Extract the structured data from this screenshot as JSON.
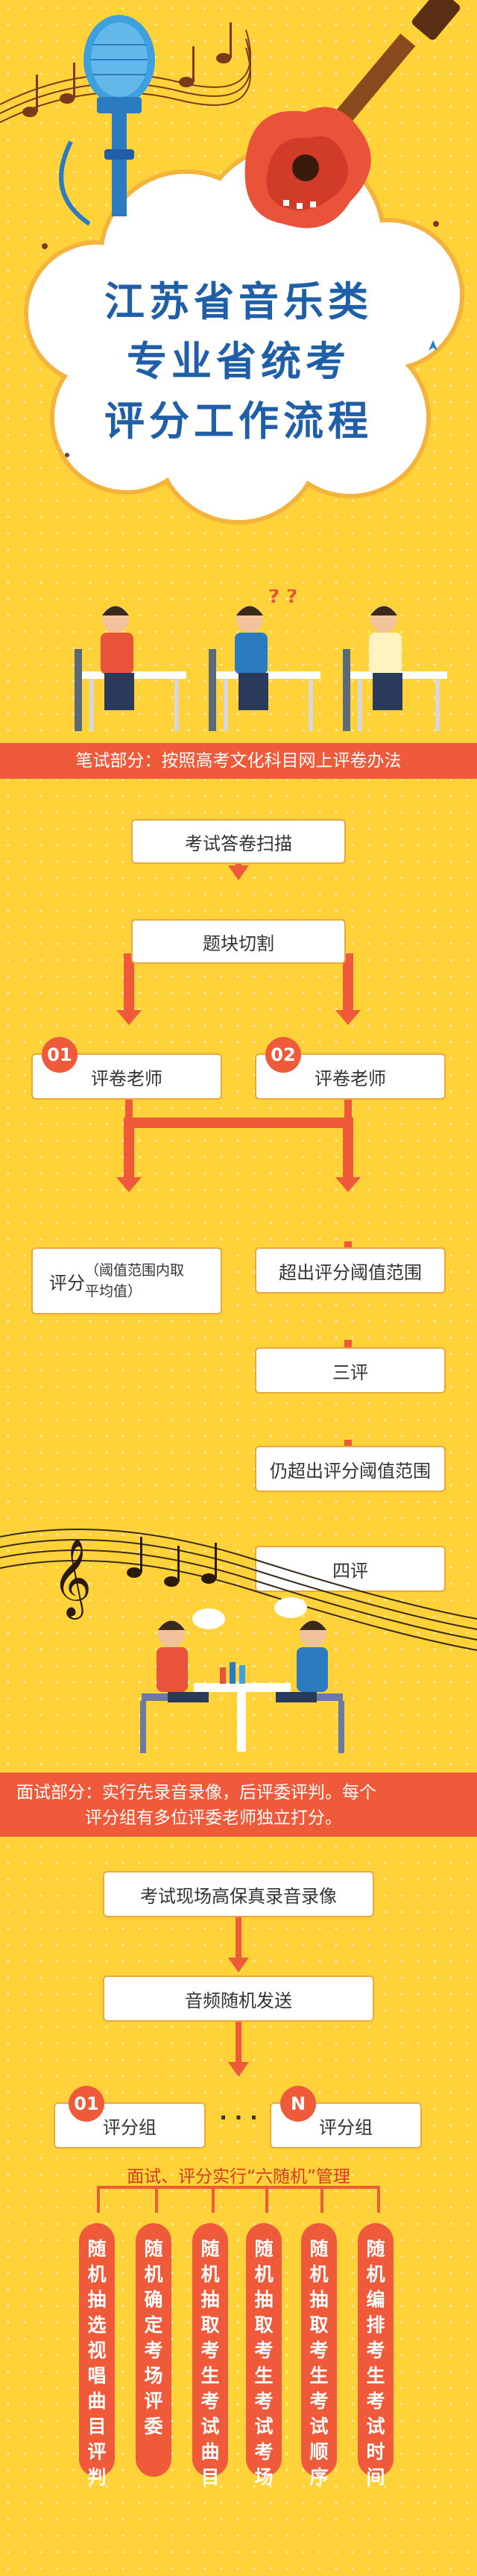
{
  "title": {
    "line1": "江苏省音乐类",
    "line2": "专业省统考",
    "line3": "评分工作流程"
  },
  "written": {
    "banner": "笔试部分：按照高考文化科目网上评卷办法",
    "scan": "考试答卷扫描",
    "cut": "题块切割",
    "num1": "01",
    "num2": "02",
    "teacher1": "评卷老师",
    "teacher2": "评卷老师",
    "score_main": "评分",
    "score_note": "（阈值范围内取平均值）",
    "over1": "超出评分阈值范围",
    "third": "三评",
    "over2": "仍超出评分阈值范围",
    "fourth": "四评"
  },
  "interview": {
    "banner_line1": "面试部分：实行先录音录像，后评委评判。每个",
    "banner_line2": "评分组有多位评委老师独立打分。",
    "record": "考试现场高保真录音录像",
    "send": "音频随机发送",
    "num1": "01",
    "numN": "N",
    "group1": "评分组",
    "groupN": "评分组",
    "dots": "· · ·",
    "six_title": "面试、评分实行“六随机”管理",
    "six": [
      "随机抽选视唱曲目评判",
      "随机确定考场评委",
      "随机抽取考生考试曲目",
      "随机抽取考生考试考场",
      "随机抽取考生考试顺序",
      "随机编排考生考试时间"
    ]
  },
  "colors": {
    "background": "#FFD23A",
    "accent": "#EE5A3A",
    "title": "#1F5FA8",
    "box_border": "#E8A93A"
  }
}
